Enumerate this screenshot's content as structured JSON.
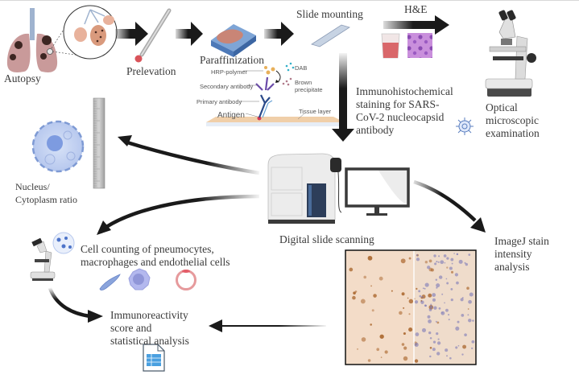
{
  "figure": {
    "title": "Immunohistochemistry workflow for SARS-CoV-2 nucleocapsid in lung autopsy tissue",
    "steps": {
      "autopsy": "Autopsy",
      "prelevation": "Prelevation",
      "paraffinization": "Paraffinization",
      "slide_mounting": "Slide mounting",
      "he": "H&E",
      "optical": "Optical\nmicroscopic\nexamination",
      "ihc": "Immunohistochemical\nstaining for SARS-\nCoV-2 nucleocapsid\nantibody",
      "scanning": "Digital slide scanning",
      "nc_ratio": "Nucleus/\nCytoplasm ratio",
      "cell_counting": "Cell counting of pneumocytes,\nmacrophages and endothelial cells",
      "imagej": "ImageJ stain\nintensity\nanalysis",
      "immunoreactivity": "Immunoreactivity\nscore and\nstatistical analysis"
    },
    "ihc_diagram": {
      "dab": "DAB",
      "hrp": "HRP-polymer",
      "secondary": "Secondary antibody",
      "brown": "Brown\nprecipitate",
      "primary": "Primary antibody",
      "tissue": "Tissue layer",
      "antigen": "Antigen"
    },
    "icons": [
      "lungs-icon",
      "alveoli-magnifier-icon",
      "biopsy-needle-icon",
      "paraffin-block-icon",
      "glass-slide-icon",
      "stain-beaker-icon",
      "he-stained-tissue-icon",
      "microscope-icon",
      "virus-icon",
      "slide-scanner-icon",
      "monitor-icon",
      "cell-icon",
      "ruler-icon",
      "small-microscope-icon",
      "pneumocyte-icon",
      "macrophage-icon",
      "endothelial-cell-icon",
      "spreadsheet-icon",
      "ihc-micrograph"
    ],
    "colors": {
      "arrow": "#1a1a1a",
      "text": "#3a3a3a",
      "dab_brown": "#b0703a",
      "hematoxylin": "#7a78b8",
      "cell_blue": "#a9bde6",
      "antibody_purple": "#5a4aa0"
    }
  }
}
